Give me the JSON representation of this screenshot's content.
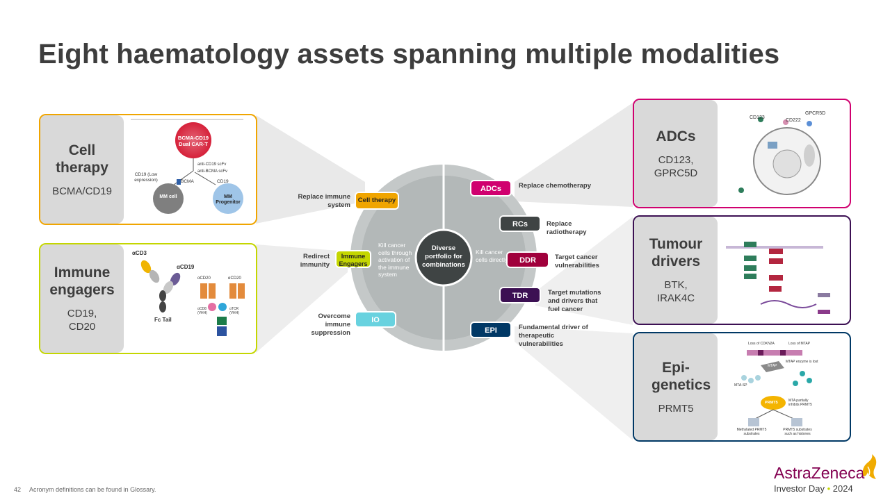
{
  "title": "Eight haematology assets spanning multiple modalities",
  "colors": {
    "cell_therapy": "#f0a500",
    "immune_engagers": "#c4d600",
    "adcs": "#d0006f",
    "tumour_drivers": "#3c1053",
    "epigenetics": "#003865",
    "io": "#68d2df",
    "rcs": "#3f4444",
    "brand": "#830051"
  },
  "cards": {
    "cell_therapy": {
      "heading": "Cell therapy",
      "sub": "BCMA/CD19"
    },
    "immune_engagers": {
      "heading": "Immune engagers",
      "sub": "CD19, CD20"
    },
    "adcs": {
      "heading": "ADCs",
      "sub": "CD123, GPRC5D"
    },
    "tumour_drivers": {
      "heading": "Tumour drivers",
      "sub": "BTK, IRAK4C"
    },
    "epigenetics": {
      "heading": "Epi-genetics",
      "sub": "PRMT5"
    }
  },
  "figures": {
    "car_t": {
      "center": "BCMA-CD19 Dual CAR-T",
      "cd19_low": "CD19 (Low expression)",
      "bcma": "BCMA",
      "anti_cd19": "anti-CD19 scFv",
      "anti_bcma": "anti-BCMA scFv",
      "cd19": "CD19",
      "mm_cell": "MM cell",
      "mm_progenitor": "MM Progenitor"
    },
    "engager": {
      "acd3": "αCD3",
      "acd19": "αCD19",
      "fc_tail": "Fc Tail",
      "acd20_a": "αCD20",
      "acd20_b": "αCD20",
      "acd8": "αCD8 (VHH)",
      "atcr": "αTCR (VHH)"
    },
    "adc": {
      "cd123": "CD123",
      "cd222": "CD222",
      "gprc5d": "GPCR5D"
    },
    "epi": {
      "loss_cdkn2a": "Loss of CDKN2A",
      "loss_mtap": "Loss of MTAP",
      "mtap_lost": "MTAP enzyme is lost",
      "mtap": "MTAP",
      "mta": "MTA-SP",
      "prmt5": "PRMT5",
      "mta_inhibits": "MTA partially inhibits PRMT5",
      "methylated": "Methylated PRMT5 substrates",
      "substrates": "PRMT5 substrates such as histones"
    }
  },
  "wheel": {
    "center": "Diverse portfolio for combinations",
    "left_text": "Kill cancer cells through activation of the immune system",
    "right_text": "Kill cancer cells directly",
    "pills": {
      "cell_therapy": "Cell therapy",
      "immune_engagers": "Immune Engagers",
      "io": "IO",
      "adcs": "ADCs",
      "rcs": "RCs",
      "ddr": "DDR",
      "tdr": "TDR",
      "epi": "EPI"
    },
    "captions": {
      "cell_therapy": "Replace immune system",
      "immune_engagers": "Redirect immunity",
      "io": "Overcome immune suppression",
      "adcs": "Replace chemotherapy",
      "rcs": "Replace radiotherapy",
      "ddr": "Target cancer vulnerabilities",
      "tdr": "Target mutations and drivers that fuel cancer",
      "epi": "Fundamental driver of therapeutic vulnerabilities"
    }
  },
  "footer": {
    "page_number": "42",
    "note": "Acronym definitions can be found in Glossary."
  },
  "brand": {
    "name": "AstraZeneca",
    "event": "Investor Day",
    "year": "2024"
  }
}
